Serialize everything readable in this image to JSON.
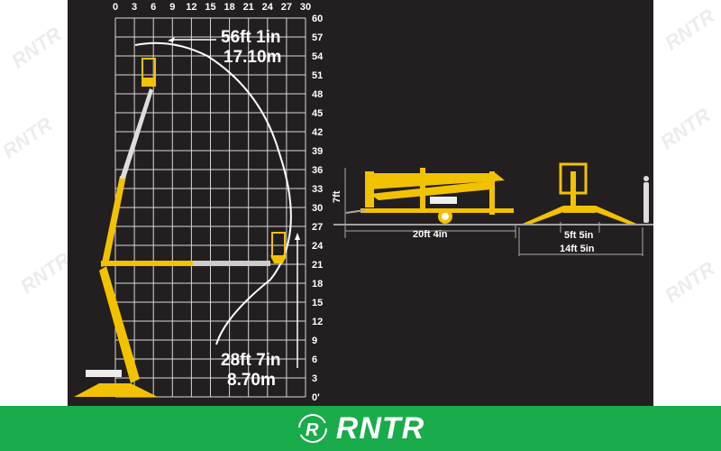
{
  "watermark": "RNTR",
  "working_range": {
    "x_ticks": [
      "0",
      "3",
      "6",
      "9",
      "12",
      "15",
      "18",
      "21",
      "24",
      "27",
      "30"
    ],
    "y_ticks": [
      "60",
      "57",
      "54",
      "51",
      "48",
      "45",
      "42",
      "39",
      "36",
      "33",
      "30",
      "27",
      "24",
      "21",
      "18",
      "15",
      "12",
      "9",
      "6",
      "3",
      "0'"
    ],
    "max_height": {
      "imperial": "56ft 1in",
      "metric": "17.10m"
    },
    "max_outreach": {
      "imperial": "28ft 7in",
      "metric": "8.70m"
    }
  },
  "dimensions": {
    "stowed_height": "7ft",
    "stowed_length": "20ft 4in",
    "stowed_width": "5ft 5in",
    "outrigger_span": "14ft 5in"
  },
  "colors": {
    "machine": "#f2c200",
    "background": "#231f20",
    "footer": "#1aab4b"
  },
  "footer": {
    "logo_text": "RNTR"
  }
}
